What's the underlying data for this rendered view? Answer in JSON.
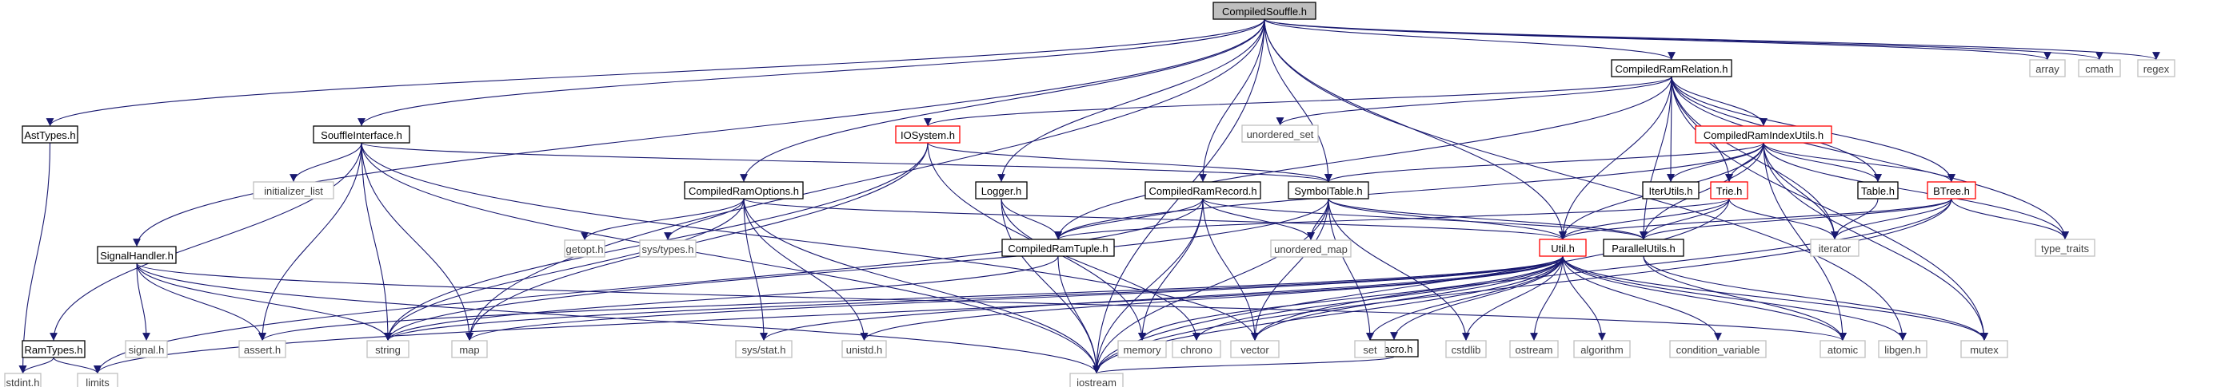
{
  "graph_title": "CompiledSouffle.h",
  "colors": {
    "edge": "#191970",
    "root_fill": "#bfbfbf",
    "root_border": "#000000",
    "doc_border": "#000000",
    "truncated_border": "#ff0000",
    "system_border": "#bfbfbf",
    "node_fill": "#ffffff",
    "system_text": "#404040"
  },
  "nodes": [
    {
      "id": "CompiledSouffle",
      "label": "CompiledSouffle.h",
      "kind": "root"
    },
    {
      "id": "AstTypes",
      "label": "AstTypes.h",
      "kind": "doc"
    },
    {
      "id": "SouffleInterface",
      "label": "SouffleInterface.h",
      "kind": "doc"
    },
    {
      "id": "SignalHandler",
      "label": "SignalHandler.h",
      "kind": "doc"
    },
    {
      "id": "RamTypes",
      "label": "RamTypes.h",
      "kind": "doc"
    },
    {
      "id": "CompiledRamOptions",
      "label": "CompiledRamOptions.h",
      "kind": "doc"
    },
    {
      "id": "IOSystem",
      "label": "IOSystem.h",
      "kind": "truncated"
    },
    {
      "id": "Logger",
      "label": "Logger.h",
      "kind": "doc"
    },
    {
      "id": "CompiledRamRecord",
      "label": "CompiledRamRecord.h",
      "kind": "doc"
    },
    {
      "id": "SymbolTable",
      "label": "SymbolTable.h",
      "kind": "doc"
    },
    {
      "id": "CompiledRamRelation",
      "label": "CompiledRamRelation.h",
      "kind": "doc"
    },
    {
      "id": "CompiledRamIndexUtils",
      "label": "CompiledRamIndexUtils.h",
      "kind": "truncated"
    },
    {
      "id": "IterUtils",
      "label": "IterUtils.h",
      "kind": "doc"
    },
    {
      "id": "Trie",
      "label": "Trie.h",
      "kind": "truncated"
    },
    {
      "id": "Table",
      "label": "Table.h",
      "kind": "doc"
    },
    {
      "id": "BTree",
      "label": "BTree.h",
      "kind": "truncated"
    },
    {
      "id": "CompiledRamTuple",
      "label": "CompiledRamTuple.h",
      "kind": "doc"
    },
    {
      "id": "Util",
      "label": "Util.h",
      "kind": "truncated"
    },
    {
      "id": "ParallelUtils",
      "label": "ParallelUtils.h",
      "kind": "doc"
    },
    {
      "id": "Macro",
      "label": "Macro.h",
      "kind": "doc"
    },
    {
      "id": "stdint",
      "label": "stdint.h",
      "kind": "system"
    },
    {
      "id": "limits",
      "label": "limits",
      "kind": "system"
    },
    {
      "id": "iostream",
      "label": "iostream",
      "kind": "system"
    },
    {
      "id": "signal",
      "label": "signal.h",
      "kind": "system"
    },
    {
      "id": "assert",
      "label": "assert.h",
      "kind": "system"
    },
    {
      "id": "string",
      "label": "string",
      "kind": "system"
    },
    {
      "id": "map",
      "label": "map",
      "kind": "system"
    },
    {
      "id": "initializer_list",
      "label": "initializer_list",
      "kind": "system"
    },
    {
      "id": "getopt",
      "label": "getopt.h",
      "kind": "system"
    },
    {
      "id": "systypes",
      "label": "sys/types.h",
      "kind": "system"
    },
    {
      "id": "sysstat",
      "label": "sys/stat.h",
      "kind": "system"
    },
    {
      "id": "unistd",
      "label": "unistd.h",
      "kind": "system"
    },
    {
      "id": "memory",
      "label": "memory",
      "kind": "system"
    },
    {
      "id": "chrono",
      "label": "chrono",
      "kind": "system"
    },
    {
      "id": "vector",
      "label": "vector",
      "kind": "system"
    },
    {
      "id": "unordered_map",
      "label": "unordered_map",
      "kind": "system"
    },
    {
      "id": "unordered_set",
      "label": "unordered_set",
      "kind": "system"
    },
    {
      "id": "set",
      "label": "set",
      "kind": "system"
    },
    {
      "id": "cstdlib",
      "label": "cstdlib",
      "kind": "system"
    },
    {
      "id": "ostream",
      "label": "ostream",
      "kind": "system"
    },
    {
      "id": "algorithm",
      "label": "algorithm",
      "kind": "system"
    },
    {
      "id": "condition_variable",
      "label": "condition_variable",
      "kind": "system"
    },
    {
      "id": "atomic",
      "label": "atomic",
      "kind": "system"
    },
    {
      "id": "libgen",
      "label": "libgen.h",
      "kind": "system"
    },
    {
      "id": "mutex",
      "label": "mutex",
      "kind": "system"
    },
    {
      "id": "iterator",
      "label": "iterator",
      "kind": "system"
    },
    {
      "id": "type_traits",
      "label": "type_traits",
      "kind": "system"
    },
    {
      "id": "array",
      "label": "array",
      "kind": "system"
    },
    {
      "id": "cmath",
      "label": "cmath",
      "kind": "system"
    },
    {
      "id": "regex",
      "label": "regex",
      "kind": "system"
    }
  ],
  "edges": [
    [
      "CompiledSouffle",
      "AstTypes"
    ],
    [
      "CompiledSouffle",
      "SouffleInterface"
    ],
    [
      "CompiledSouffle",
      "SignalHandler"
    ],
    [
      "CompiledSouffle",
      "CompiledRamOptions"
    ],
    [
      "CompiledSouffle",
      "Logger"
    ],
    [
      "CompiledSouffle",
      "CompiledRamRecord"
    ],
    [
      "CompiledSouffle",
      "SymbolTable"
    ],
    [
      "CompiledSouffle",
      "CompiledRamRelation"
    ],
    [
      "CompiledSouffle",
      "Util"
    ],
    [
      "CompiledSouffle",
      "map"
    ],
    [
      "CompiledSouffle",
      "array"
    ],
    [
      "CompiledSouffle",
      "cmath"
    ],
    [
      "CompiledSouffle",
      "regex"
    ],
    [
      "CompiledSouffle",
      "iostream"
    ],
    [
      "CompiledSouffle",
      "libgen"
    ],
    [
      "AstTypes",
      "stdint"
    ],
    [
      "SouffleInterface",
      "RamTypes"
    ],
    [
      "SouffleInterface",
      "SymbolTable"
    ],
    [
      "SouffleInterface",
      "initializer_list"
    ],
    [
      "SouffleInterface",
      "assert"
    ],
    [
      "SouffleInterface",
      "string"
    ],
    [
      "SouffleInterface",
      "map"
    ],
    [
      "SouffleInterface",
      "iostream"
    ],
    [
      "SouffleInterface",
      "vector"
    ],
    [
      "SignalHandler",
      "signal"
    ],
    [
      "SignalHandler",
      "assert"
    ],
    [
      "SignalHandler",
      "string"
    ],
    [
      "SignalHandler",
      "iostream"
    ],
    [
      "SignalHandler",
      "atomic"
    ],
    [
      "RamTypes",
      "stdint"
    ],
    [
      "RamTypes",
      "limits"
    ],
    [
      "CompiledRamOptions",
      "Util"
    ],
    [
      "CompiledRamOptions",
      "getopt"
    ],
    [
      "CompiledRamOptions",
      "systypes"
    ],
    [
      "CompiledRamOptions",
      "sysstat"
    ],
    [
      "CompiledRamOptions",
      "unistd"
    ],
    [
      "CompiledRamOptions",
      "string"
    ],
    [
      "CompiledRamOptions",
      "iostream"
    ],
    [
      "IOSystem",
      "SymbolTable"
    ],
    [
      "IOSystem",
      "string"
    ],
    [
      "IOSystem",
      "map"
    ],
    [
      "IOSystem",
      "memory"
    ],
    [
      "Logger",
      "chrono"
    ],
    [
      "Logger",
      "iostream"
    ],
    [
      "Logger",
      "CompiledRamTuple"
    ],
    [
      "CompiledRamRecord",
      "CompiledRamTuple"
    ],
    [
      "CompiledRamRecord",
      "ParallelUtils"
    ],
    [
      "CompiledRamRecord",
      "unordered_map"
    ],
    [
      "CompiledRamRecord",
      "vector"
    ],
    [
      "CompiledRamRecord",
      "memory"
    ],
    [
      "CompiledRamRecord",
      "limits"
    ],
    [
      "CompiledRamRecord",
      "iostream"
    ],
    [
      "SymbolTable",
      "Util"
    ],
    [
      "SymbolTable",
      "ParallelUtils"
    ],
    [
      "SymbolTable",
      "unordered_map"
    ],
    [
      "SymbolTable",
      "string"
    ],
    [
      "SymbolTable",
      "vector"
    ],
    [
      "SymbolTable",
      "iostream"
    ],
    [
      "SymbolTable",
      "set"
    ],
    [
      "SymbolTable",
      "cstdlib"
    ],
    [
      "CompiledRamRelation",
      "IOSystem"
    ],
    [
      "CompiledRamRelation",
      "CompiledRamIndexUtils"
    ],
    [
      "CompiledRamRelation",
      "IterUtils"
    ],
    [
      "CompiledRamRelation",
      "Trie"
    ],
    [
      "CompiledRamRelation",
      "Table"
    ],
    [
      "CompiledRamRelation",
      "BTree"
    ],
    [
      "CompiledRamRelation",
      "CompiledRamTuple"
    ],
    [
      "CompiledRamRelation",
      "ParallelUtils"
    ],
    [
      "CompiledRamRelation",
      "Util"
    ],
    [
      "CompiledRamRelation",
      "unordered_set"
    ],
    [
      "CompiledRamRelation",
      "iterator"
    ],
    [
      "CompiledRamRelation",
      "type_traits"
    ],
    [
      "CompiledRamRelation",
      "mutex"
    ],
    [
      "CompiledRamIndexUtils",
      "SymbolTable"
    ],
    [
      "CompiledRamIndexUtils",
      "CompiledRamTuple"
    ],
    [
      "CompiledRamIndexUtils",
      "IterUtils"
    ],
    [
      "CompiledRamIndexUtils",
      "Trie"
    ],
    [
      "CompiledRamIndexUtils",
      "Table"
    ],
    [
      "CompiledRamIndexUtils",
      "BTree"
    ],
    [
      "CompiledRamIndexUtils",
      "Util"
    ],
    [
      "CompiledRamIndexUtils",
      "ParallelUtils"
    ],
    [
      "CompiledRamIndexUtils",
      "iterator"
    ],
    [
      "CompiledRamIndexUtils",
      "type_traits"
    ],
    [
      "CompiledRamIndexUtils",
      "mutex"
    ],
    [
      "CompiledRamIndexUtils",
      "atomic"
    ],
    [
      "Trie",
      "Util"
    ],
    [
      "Trie",
      "ParallelUtils"
    ],
    [
      "Trie",
      "CompiledRamTuple"
    ],
    [
      "Trie",
      "iterator"
    ],
    [
      "Trie",
      "iostream"
    ],
    [
      "Table",
      "iterator"
    ],
    [
      "BTree",
      "Util"
    ],
    [
      "BTree",
      "ParallelUtils"
    ],
    [
      "BTree",
      "iterator"
    ],
    [
      "BTree",
      "type_traits"
    ],
    [
      "BTree",
      "vector"
    ],
    [
      "BTree",
      "iostream"
    ],
    [
      "CompiledRamTuple",
      "string"
    ],
    [
      "CompiledRamTuple",
      "iostream"
    ],
    [
      "Util",
      "Macro"
    ],
    [
      "Util",
      "string"
    ],
    [
      "Util",
      "map"
    ],
    [
      "Util",
      "assert"
    ],
    [
      "Util",
      "sysstat"
    ],
    [
      "Util",
      "unistd"
    ],
    [
      "Util",
      "memory"
    ],
    [
      "Util",
      "chrono"
    ],
    [
      "Util",
      "vector"
    ],
    [
      "Util",
      "set"
    ],
    [
      "Util",
      "cstdlib"
    ],
    [
      "Util",
      "ostream"
    ],
    [
      "Util",
      "algorithm"
    ],
    [
      "Util",
      "condition_variable"
    ],
    [
      "Util",
      "atomic"
    ],
    [
      "Util",
      "libgen"
    ],
    [
      "Util",
      "mutex"
    ],
    [
      "Util",
      "iostream"
    ],
    [
      "Util",
      "limits"
    ],
    [
      "ParallelUtils",
      "atomic"
    ],
    [
      "ParallelUtils",
      "mutex"
    ],
    [
      "Macro",
      "iostream"
    ]
  ]
}
